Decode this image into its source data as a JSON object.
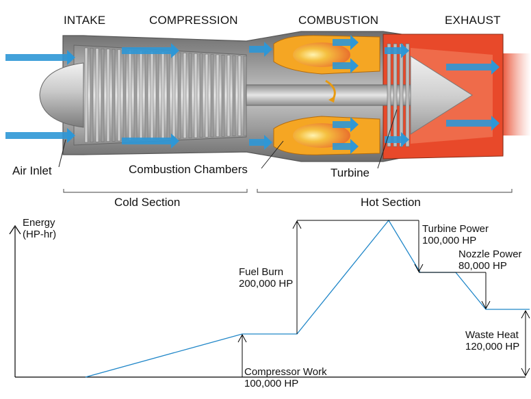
{
  "stages": [
    {
      "id": "intake",
      "label": "INTAKE"
    },
    {
      "id": "compression",
      "label": "COMPRESSION"
    },
    {
      "id": "combustion",
      "label": "COMBUSTION"
    },
    {
      "id": "exhaust",
      "label": "EXHAUST"
    }
  ],
  "parts": {
    "air_inlet": "Air Inlet",
    "combustion_chambers": "Combustion Chambers",
    "turbine": "Turbine"
  },
  "sections": {
    "cold": "Cold Section",
    "hot": "Hot Section"
  },
  "graph": {
    "y_axis": {
      "line1": "Energy",
      "line2": "(HP-hr)"
    },
    "annotations": {
      "compressor_work": {
        "label": "Compressor Work",
        "value": "100,000 HP"
      },
      "fuel_burn": {
        "label": "Fuel Burn",
        "value": "200,000 HP"
      },
      "turbine_power": {
        "label": "Turbine Power",
        "value": "100,000 HP"
      },
      "nozzle_power": {
        "label": "Nozzle Power",
        "value": "80,000 HP"
      },
      "waste_heat": {
        "label": "Waste Heat",
        "value": "120,000 HP"
      }
    }
  },
  "colors": {
    "casing": "#a9a9a9",
    "airflow": "#2e97d6",
    "combustion": "#f5a623",
    "exhaust": "#e8492a",
    "energy_line": "#1f86c8"
  }
}
